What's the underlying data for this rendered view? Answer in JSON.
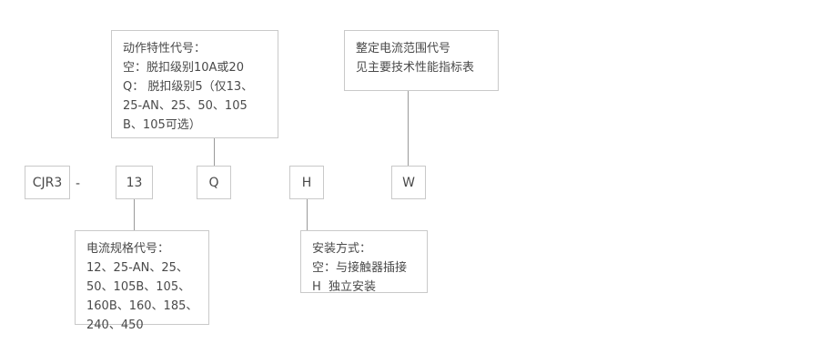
{
  "diagram": {
    "type": "product-model-designation-breakdown",
    "model_sequence": {
      "prefix": {
        "label": "CJR3"
      },
      "separator": "-",
      "segments": [
        {
          "label": "13"
        },
        {
          "label": "Q"
        },
        {
          "label": "H"
        },
        {
          "label": "W"
        }
      ]
    },
    "notes": {
      "action_characteristic": {
        "title": "动作特性代号：",
        "text": "动作特性代号：\n空：脱扣级别10A或20\nQ： 脱扣级别5（仅13、\n25-AN、25、50、105\nB、105可选）"
      },
      "setting_current_range": {
        "title": "整定电流范围代号",
        "text": "整定电流范围代号\n见主要技术性能指标表"
      },
      "current_spec": {
        "title": "电流规格代号：",
        "text": "电流规格代号：\n12、25-AN、25、\n50、105B、105、\n160B、160、185、\n240、450"
      },
      "mounting_method": {
        "title": "安装方式：",
        "text": "安装方式：\n空：与接触器插接\nH  独立安装"
      }
    },
    "colors": {
      "border": "#c9c9c9",
      "connector": "#9a9a9a",
      "text": "#4a4a4a",
      "background": "#ffffff"
    }
  }
}
